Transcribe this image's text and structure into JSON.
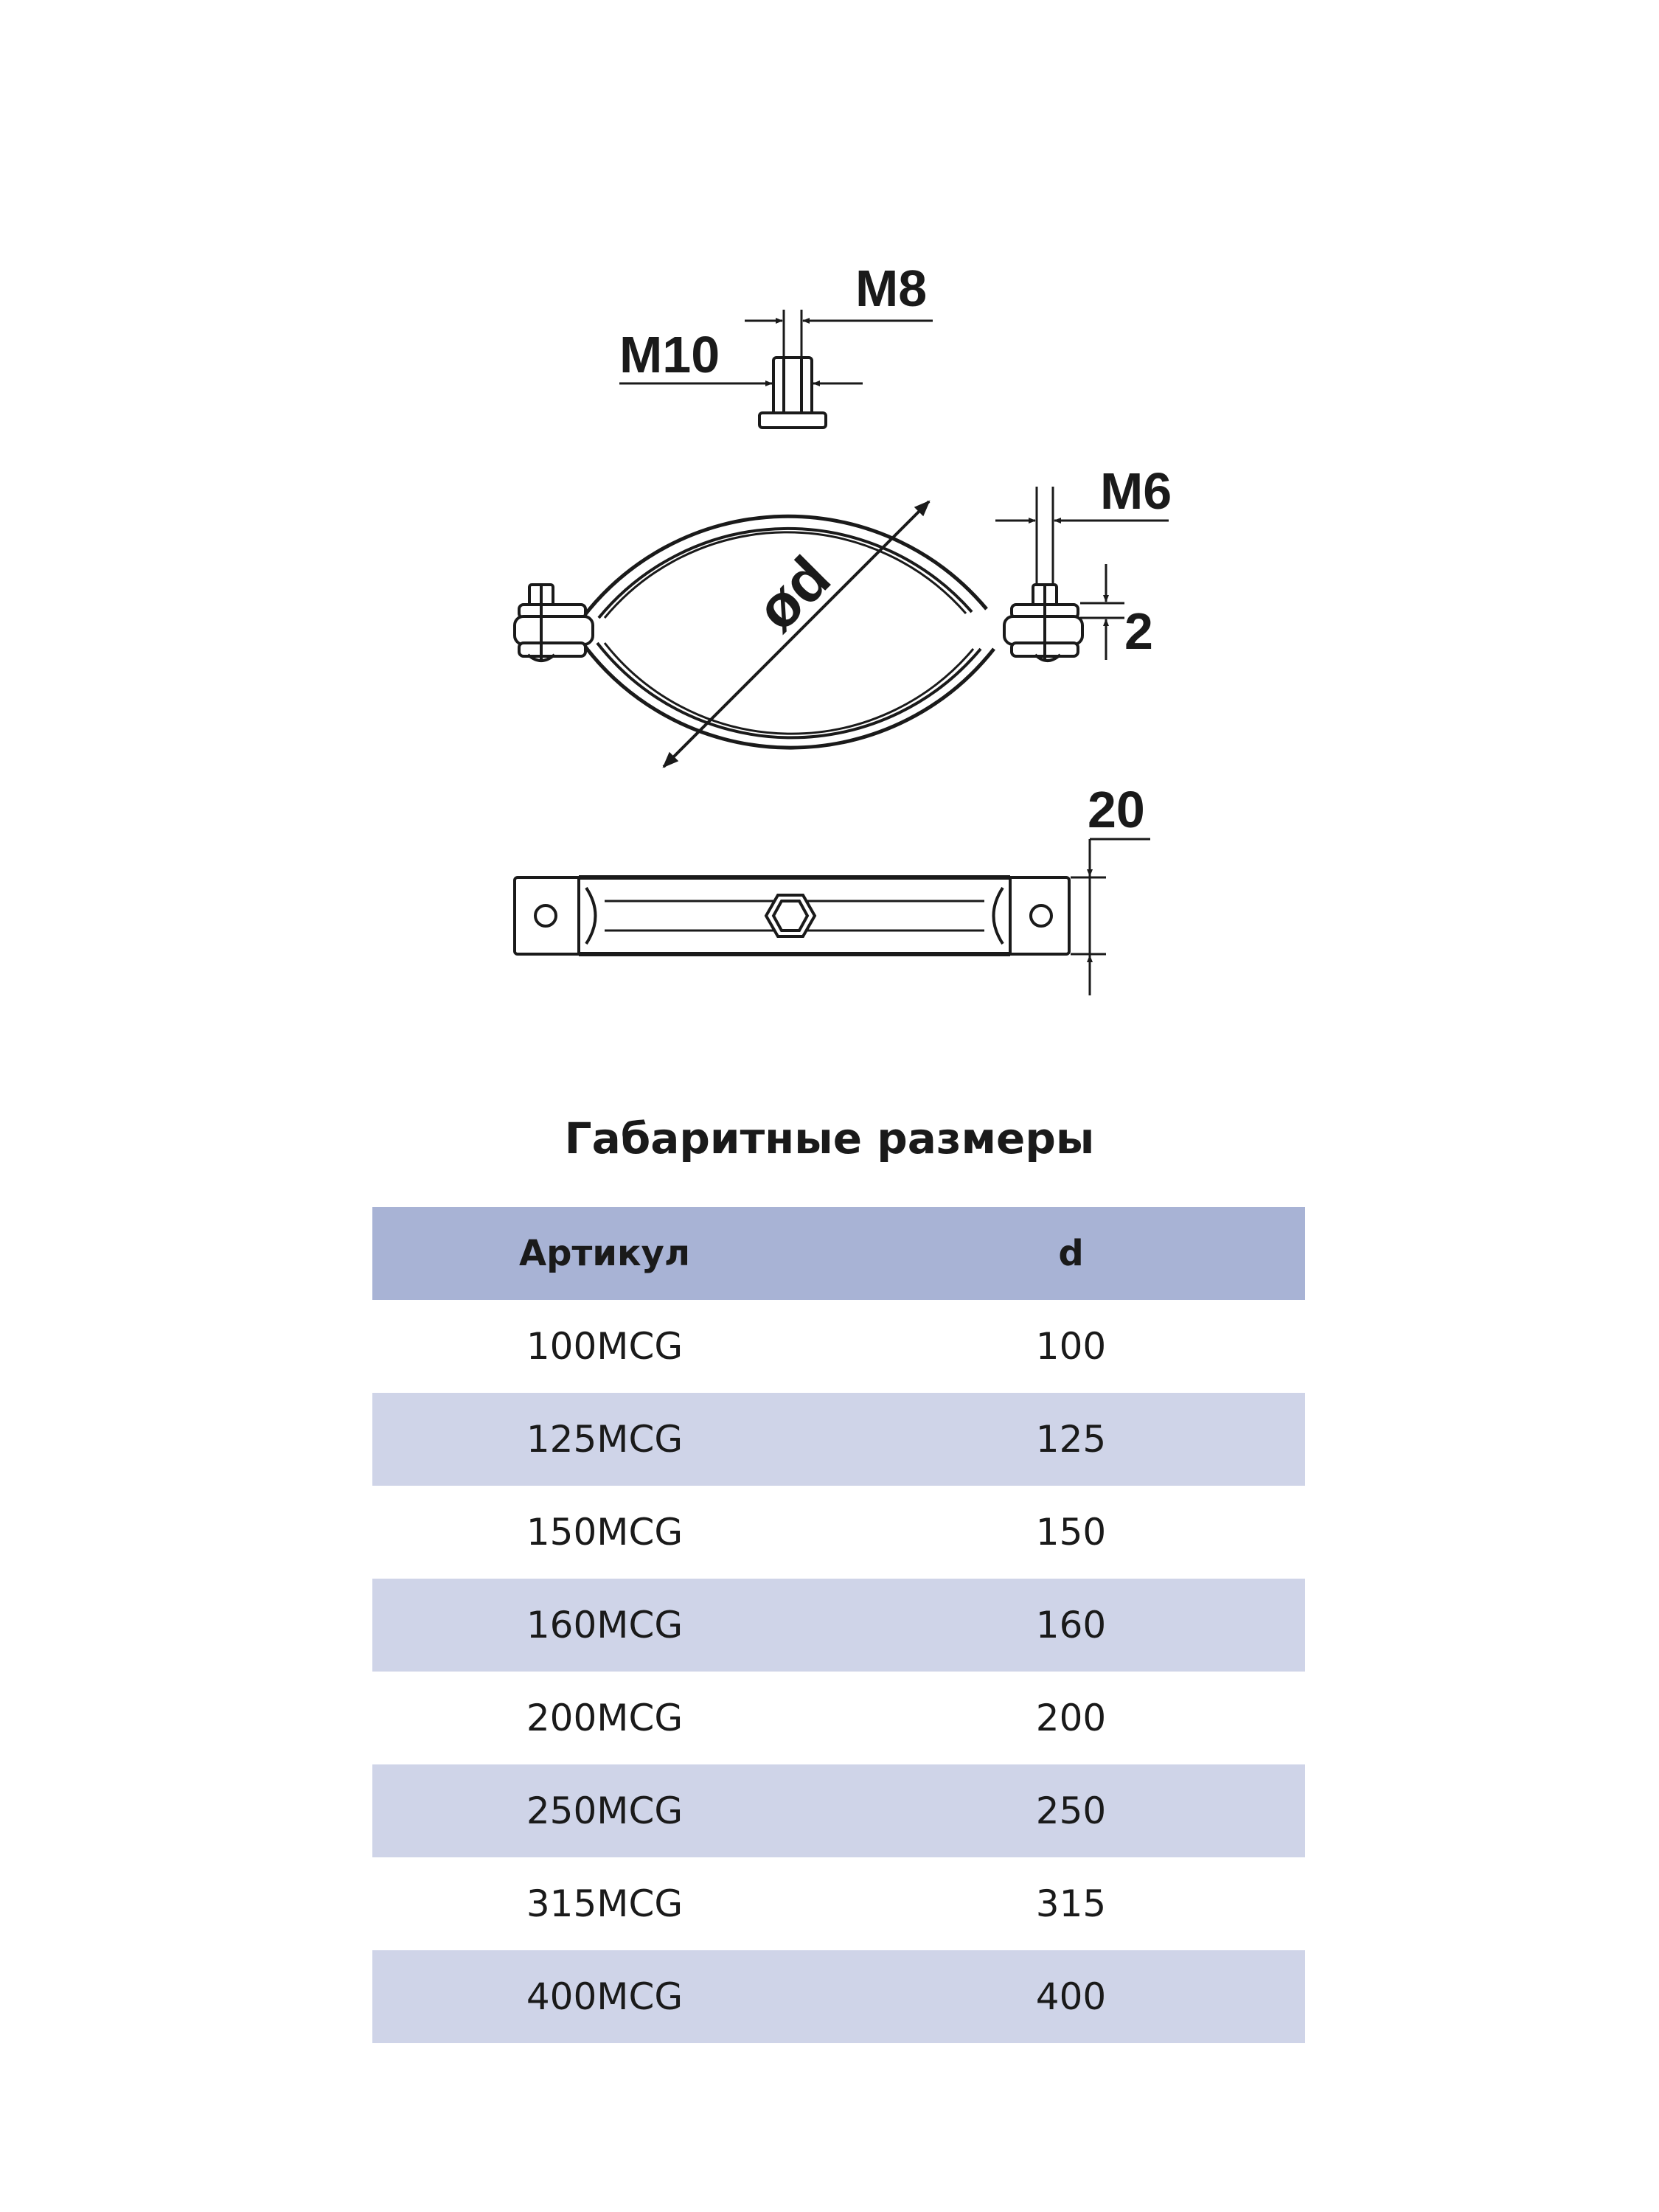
{
  "drawing": {
    "labels": {
      "m8": "M8",
      "m10": "M10",
      "m6": "M6",
      "diameter": "ød",
      "thickness": "2",
      "width": "20"
    }
  },
  "table": {
    "title": "Габаритные размеры",
    "headers": {
      "article": "Артикул",
      "d": "d"
    },
    "rows": [
      {
        "article": "100MCG",
        "d": "100"
      },
      {
        "article": "125MCG",
        "d": "125"
      },
      {
        "article": "150MCG",
        "d": "150"
      },
      {
        "article": "160MCG",
        "d": "160"
      },
      {
        "article": "200MCG",
        "d": "200"
      },
      {
        "article": "250MCG",
        "d": "250"
      },
      {
        "article": "315MCG",
        "d": "315"
      },
      {
        "article": "400MCG",
        "d": "400"
      }
    ],
    "colors": {
      "header_bg": "#a8b3d5",
      "alt_row_bg": "#cfd4e8"
    }
  }
}
